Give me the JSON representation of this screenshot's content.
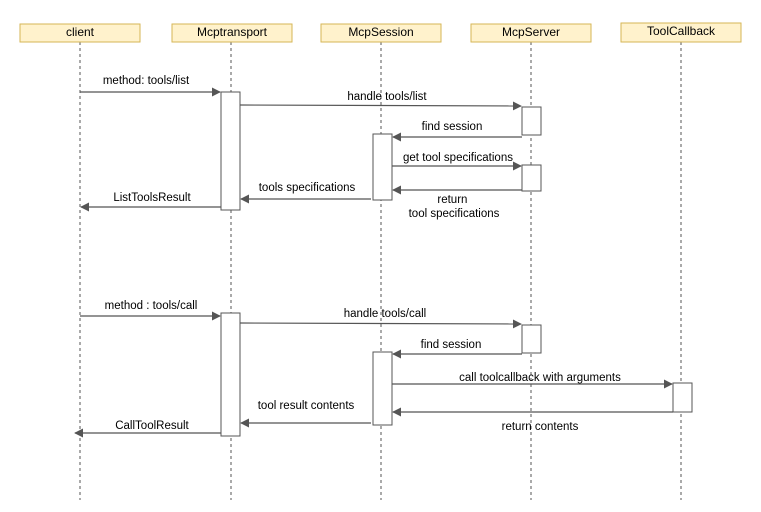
{
  "participants": [
    {
      "id": "client",
      "label": "client"
    },
    {
      "id": "transport",
      "label": "Mcptransport"
    },
    {
      "id": "session",
      "label": "McpSession"
    },
    {
      "id": "server",
      "label": "McpServer"
    },
    {
      "id": "callback",
      "label": "ToolCallback"
    }
  ],
  "messages": [
    {
      "label": "method: tools/list",
      "from": "client",
      "to": "transport"
    },
    {
      "label": "handle tools/list",
      "from": "transport",
      "to": "server"
    },
    {
      "label": "find session",
      "from": "server",
      "to": "session"
    },
    {
      "label": "get tool specifications",
      "from": "session",
      "to": "server"
    },
    {
      "label": "return\ntool specifications",
      "from": "server",
      "to": "session"
    },
    {
      "label": "tools specifications",
      "from": "session",
      "to": "transport"
    },
    {
      "label": "ListToolsResult",
      "from": "transport",
      "to": "client"
    },
    {
      "label": "method : tools/call",
      "from": "client",
      "to": "transport"
    },
    {
      "label": "handle tools/call",
      "from": "transport",
      "to": "server"
    },
    {
      "label": "find session",
      "from": "server",
      "to": "session"
    },
    {
      "label": "call toolcallback with arguments",
      "from": "session",
      "to": "callback"
    },
    {
      "label": "return contents",
      "from": "callback",
      "to": "session"
    },
    {
      "label": "tool result contents",
      "from": "session",
      "to": "transport"
    },
    {
      "label": "CallToolResult",
      "from": "transport",
      "to": "client"
    }
  ]
}
